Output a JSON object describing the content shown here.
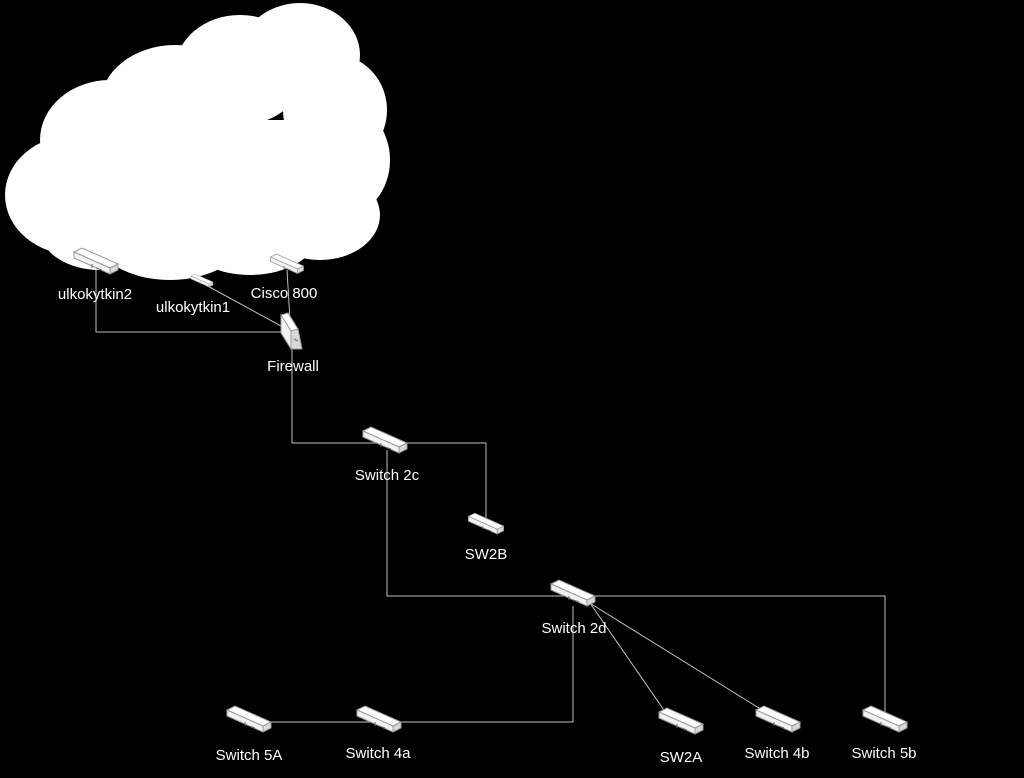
{
  "colors": {
    "background": "#000000",
    "cloud": "#ffffff",
    "link": "#bfbfbf",
    "device": "#ffffff"
  },
  "nodes": {
    "ulkokytkin2": {
      "label": "ulkokytkin2",
      "icon": "switch-icon"
    },
    "ulkokytkin1": {
      "label": "ulkokytkin1",
      "icon": "switch-icon"
    },
    "cisco800": {
      "label": "Cisco 800",
      "icon": "router-icon"
    },
    "firewall": {
      "label": "Firewall",
      "icon": "firewall-icon"
    },
    "switch2c": {
      "label": "Switch 2c",
      "icon": "switch-icon"
    },
    "sw2b": {
      "label": "SW2B",
      "icon": "switch-icon"
    },
    "switch2d": {
      "label": "Switch 2d",
      "icon": "switch-icon"
    },
    "switch5a": {
      "label": "Switch 5A",
      "icon": "switch-icon"
    },
    "switch4a": {
      "label": "Switch 4a",
      "icon": "switch-icon"
    },
    "sw2a": {
      "label": "SW2A",
      "icon": "switch-icon"
    },
    "switch4b": {
      "label": "Switch 4b",
      "icon": "switch-icon"
    },
    "switch5b": {
      "label": "Switch 5b",
      "icon": "switch-icon"
    }
  },
  "links": [
    [
      "ulkokytkin2",
      "firewall"
    ],
    [
      "ulkokytkin1",
      "firewall"
    ],
    [
      "cisco800",
      "firewall"
    ],
    [
      "firewall",
      "switch2c"
    ],
    [
      "switch2c",
      "sw2b"
    ],
    [
      "switch2c",
      "switch2d"
    ],
    [
      "switch2d",
      "switch5b"
    ],
    [
      "switch2d",
      "switch4b"
    ],
    [
      "switch2d",
      "sw2a"
    ],
    [
      "switch2d",
      "switch4a"
    ],
    [
      "switch4a",
      "switch5a"
    ]
  ]
}
